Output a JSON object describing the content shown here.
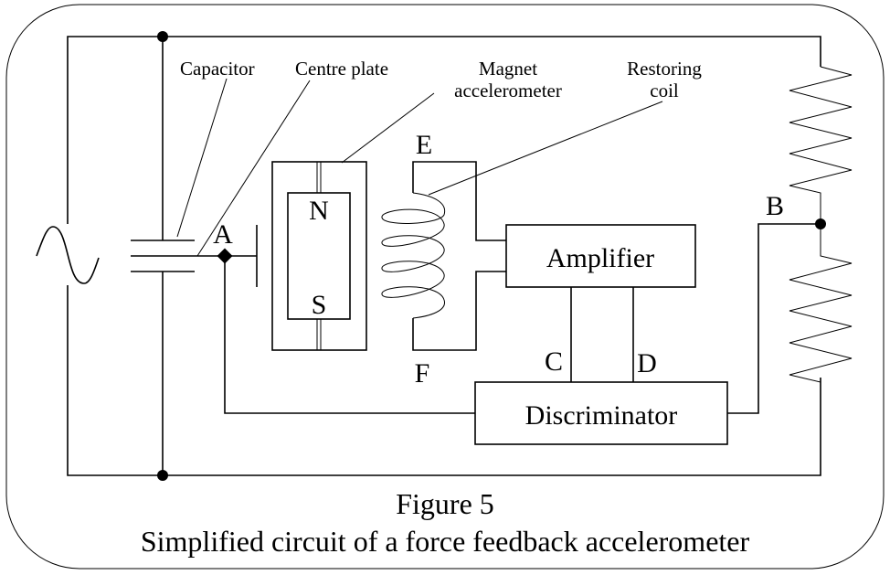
{
  "diagram": {
    "title": "Figure 5",
    "caption": "Simplified circuit of a force feedback accelerometer",
    "callouts": {
      "capacitor": "Capacitor",
      "centre_plate": "Centre plate",
      "magnet_line1": "Magnet",
      "magnet_line2": "accelerometer",
      "coil_line1": "Restoring",
      "coil_line2": "coil"
    },
    "magnet_poles": {
      "north": "N",
      "south": "S"
    },
    "blocks": {
      "amplifier": "Amplifier",
      "discriminator": "Discriminator"
    },
    "nodes": {
      "a": "A",
      "b": "B",
      "c": "C",
      "d": "D",
      "e": "E",
      "f": "F"
    },
    "components": [
      "ac-source-icon",
      "capacitor",
      "magnet-accelerometer",
      "restoring-coil",
      "amplifier",
      "discriminator",
      "upper-resistor",
      "lower-resistor"
    ],
    "colors": {
      "stroke": "#000000",
      "background": "#ffffff"
    }
  }
}
